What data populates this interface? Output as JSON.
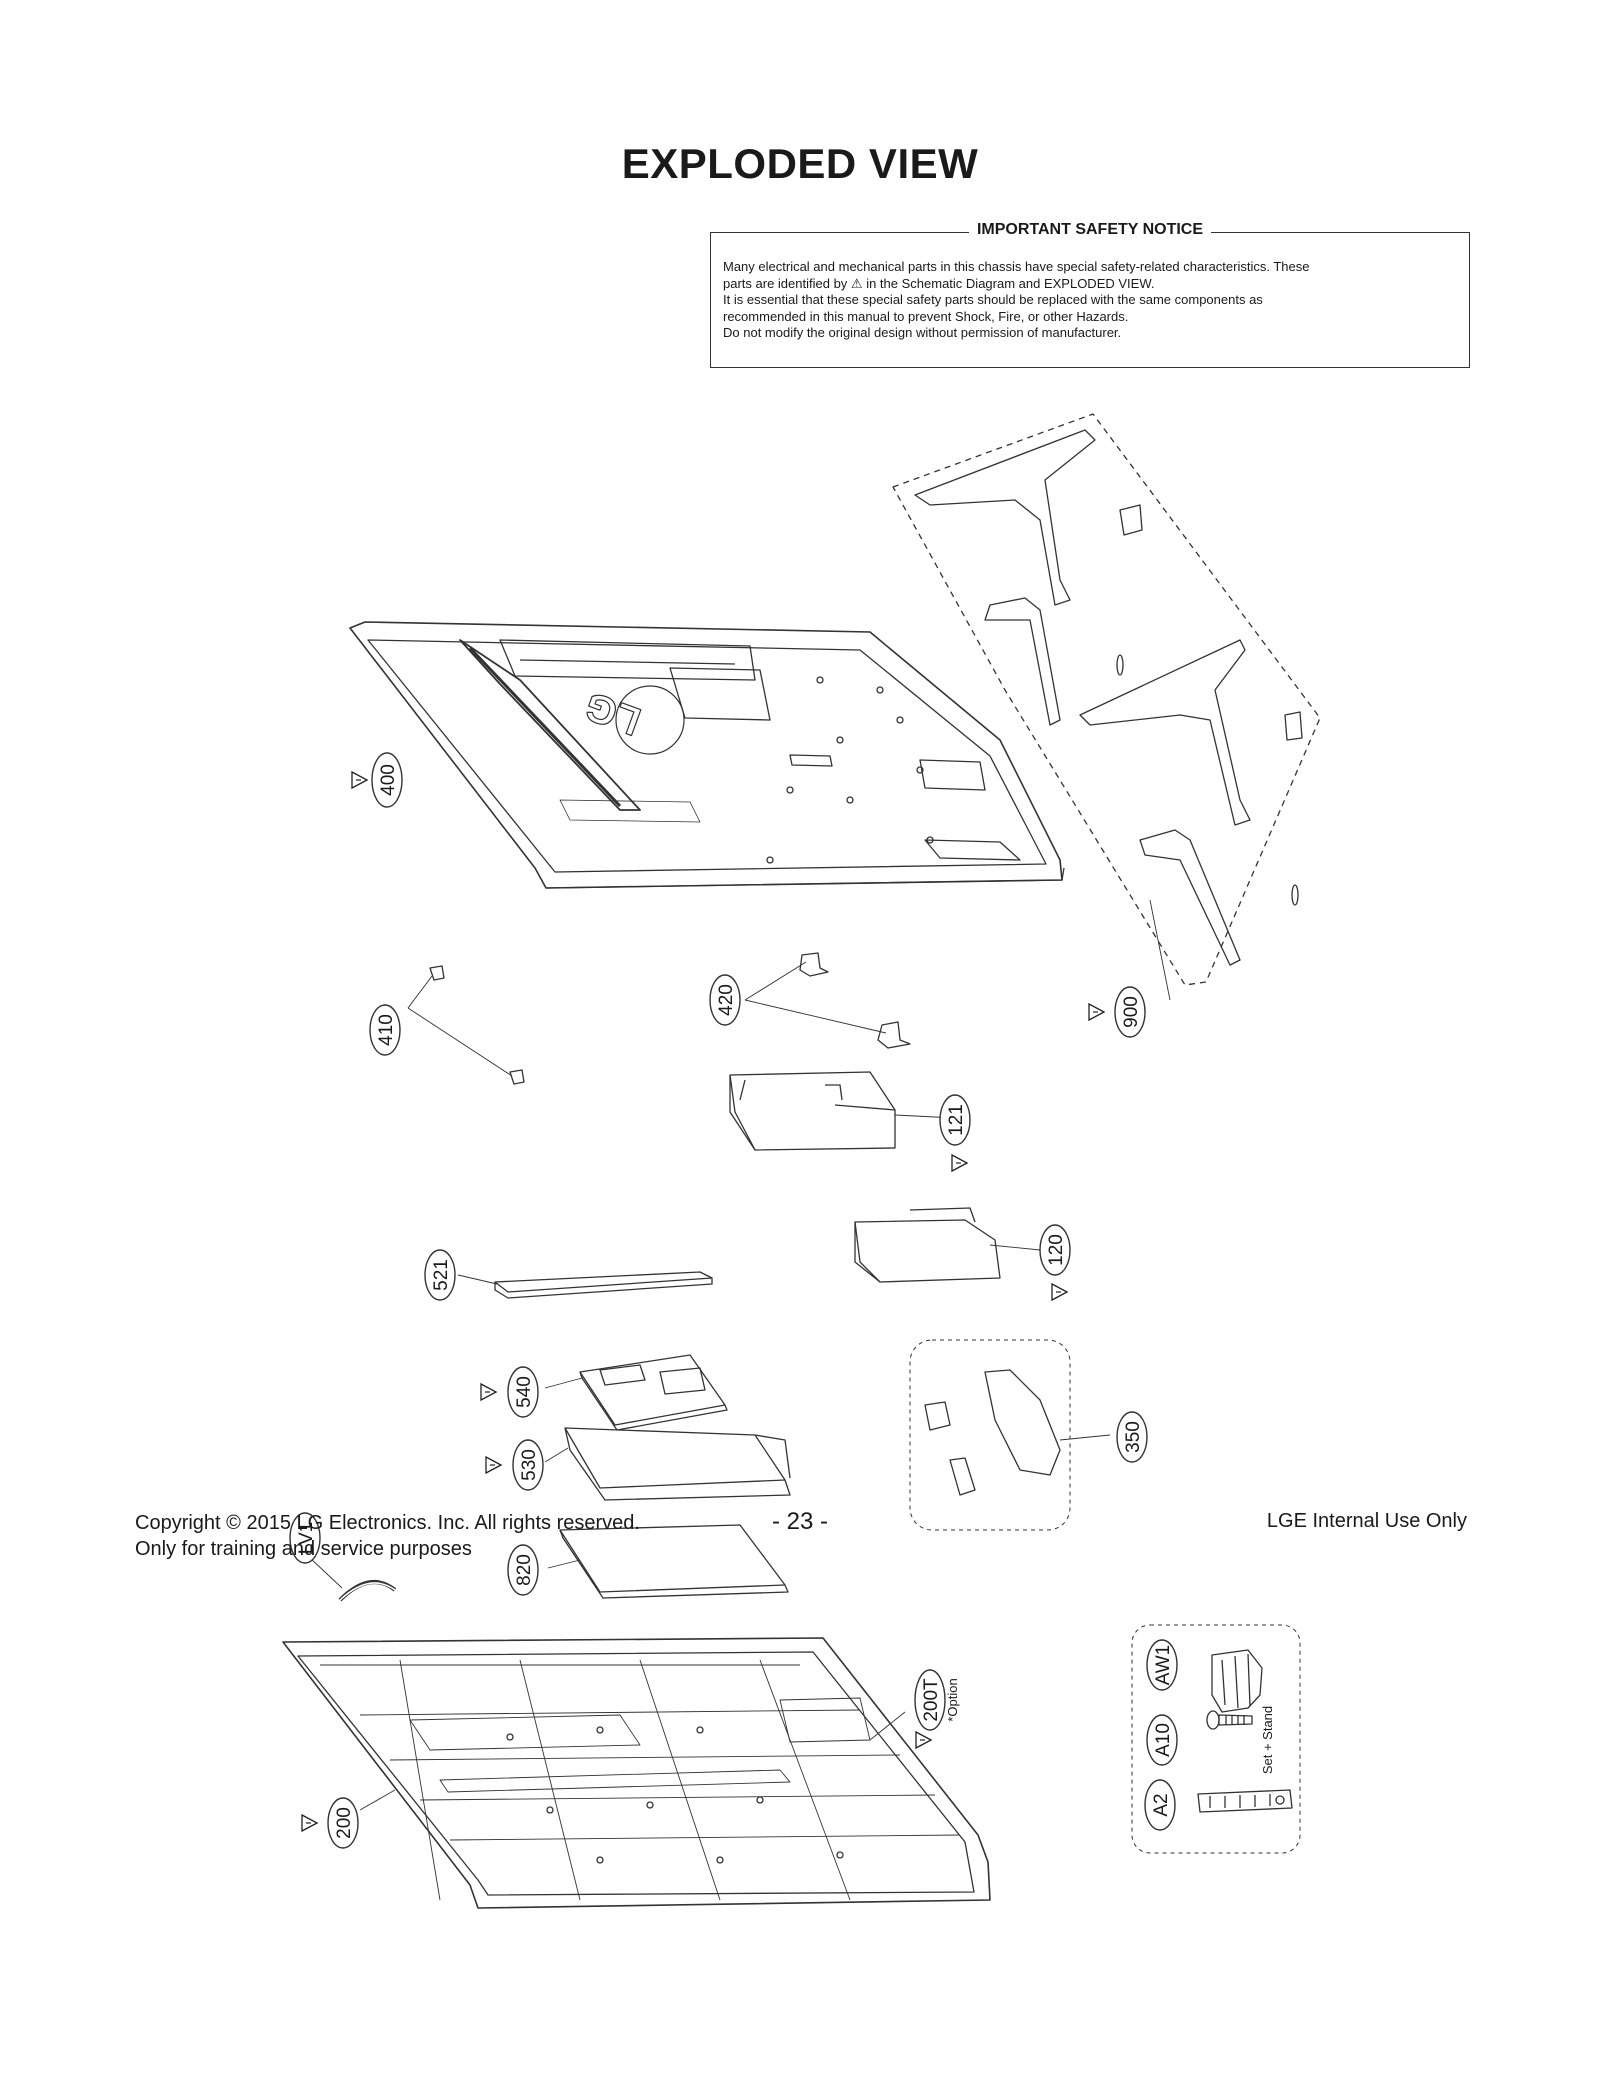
{
  "title": "EXPLODED VIEW",
  "safety_notice": {
    "heading": "IMPORTANT SAFETY NOTICE",
    "line1": "Many electrical and mechanical parts in this chassis have special safety-related characteristics. These",
    "line2_pre": "parts are identified by",
    "line2_post": "in the Schematic Diagram and EXPLODED VIEW.",
    "line3": "It is essential that these special safety parts should be replaced with the same components as",
    "line4": "recommended in this manual to prevent Shock, Fire, or other Hazards.",
    "line5": "Do not modify the original design without permission of manufacturer."
  },
  "parts": {
    "p400": "400",
    "p410": "410",
    "p420": "420",
    "p900": "900",
    "p121": "121",
    "p120": "120",
    "p521": "521",
    "p540": "540",
    "p530": "530",
    "p350": "350",
    "pLV1": "LV1",
    "p820": "820",
    "p200T": "200T",
    "p200": "200",
    "pAW1": "AW1",
    "pA10": "A10",
    "pA2": "A2"
  },
  "annotations": {
    "option": "*Option",
    "set_stand": "Set + Stand",
    "back_logo": "LG"
  },
  "footer": {
    "copyright": "Copyright  © 2015 LG Electronics. Inc. All rights reserved.",
    "training": "Only for training and service purposes",
    "page_number": "- 23 -",
    "internal": "LGE Internal Use Only"
  }
}
